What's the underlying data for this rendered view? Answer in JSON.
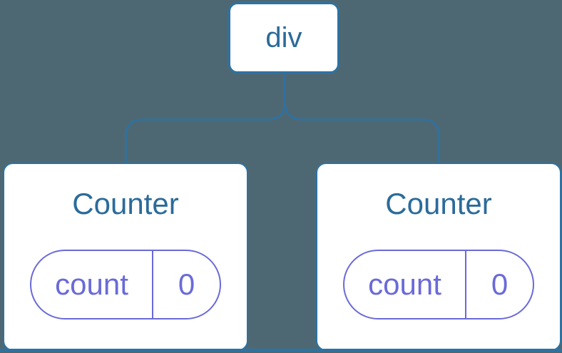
{
  "colors": {
    "background": "#4e6873",
    "line_blue": "#2d72a3",
    "label_blue": "#2b6b9a",
    "state_purple": "#6a6ad9",
    "card_bg": "#ffffff"
  },
  "tree": {
    "root": {
      "label": "div"
    },
    "children": [
      {
        "label": "Counter",
        "state": {
          "key": "count",
          "value": "0"
        }
      },
      {
        "label": "Counter",
        "state": {
          "key": "count",
          "value": "0"
        }
      }
    ]
  }
}
